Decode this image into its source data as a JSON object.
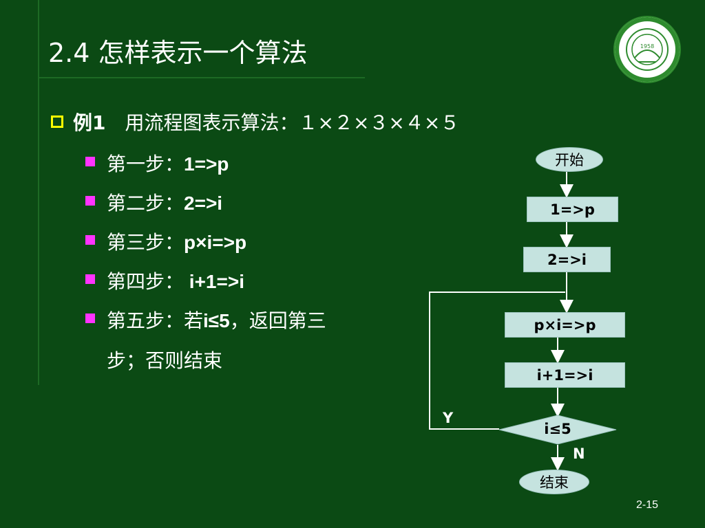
{
  "slide": {
    "title": "2.4  怎样表示一个算法",
    "example": {
      "label": "例1",
      "text": "　用流程图表示算法：",
      "formula": "１×２×３×４×５"
    },
    "steps": [
      {
        "label": "第一步：",
        "expr": "1=>p"
      },
      {
        "label": "第二步：",
        "expr": "2=>i"
      },
      {
        "label": "第三步：",
        "expr": "p×i=>p"
      },
      {
        "label": "第四步：",
        "expr": " i+1=>i"
      },
      {
        "label": "第五步：若",
        "expr": "i≤5",
        "suffix": "，返回第三"
      }
    ],
    "step5_cont": "步；否则结束",
    "page_number": "2-15",
    "logo": {
      "year": "1958"
    }
  },
  "flowchart": {
    "start": "开始",
    "box1": "1=>p",
    "box2": "2=>i",
    "box3": "p×i=>p",
    "box4": "i+1=>i",
    "decision": "i≤5",
    "yes": "Y",
    "no": "N",
    "end": "结束"
  },
  "colors": {
    "background": "#0b4a14",
    "bullet": "#ff33ff",
    "square_bullet": "#ffff00",
    "box_fill": "#c5e3df"
  }
}
